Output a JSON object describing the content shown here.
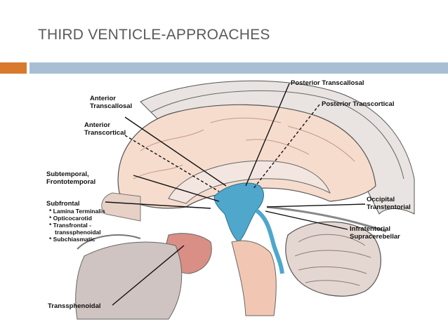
{
  "slide": {
    "title": "THIRD VENTICLE-APPROACHES"
  },
  "theme": {
    "accent_orange": "#d8792b",
    "accent_blue": "#a8bfd3",
    "ventricle_blue": "#4fa7cc",
    "tissue_pink": "#f1c7b3"
  },
  "figure": {
    "labels": {
      "anterior_transcallosal_1": "Anterior",
      "anterior_transcallosal_2": "Transcallosal",
      "anterior_transcortical_1": "Anterior",
      "anterior_transcortical_2": "Transcortical",
      "subtemporal_1": "Subtemporal,",
      "subtemporal_2": "Frontotemporal",
      "subfrontal": "Subfrontal",
      "subfrontal_items": [
        "* Lamina Terminalis",
        "* Opticocarotid",
        "* Transfrontal -",
        "transsphenoidal",
        "* Subchiasmatic"
      ],
      "transsphenoidal": "Transsphenoidal",
      "posterior_transcallosal": "Posterior Transcallosal",
      "posterior_transcortical": "Posterior Transcortical",
      "occipital_1": "Occipital",
      "occipital_2": "Transtentorial",
      "infratentorial_1": "Infratentorial",
      "infratentorial_2": "Supracerebellar"
    }
  }
}
